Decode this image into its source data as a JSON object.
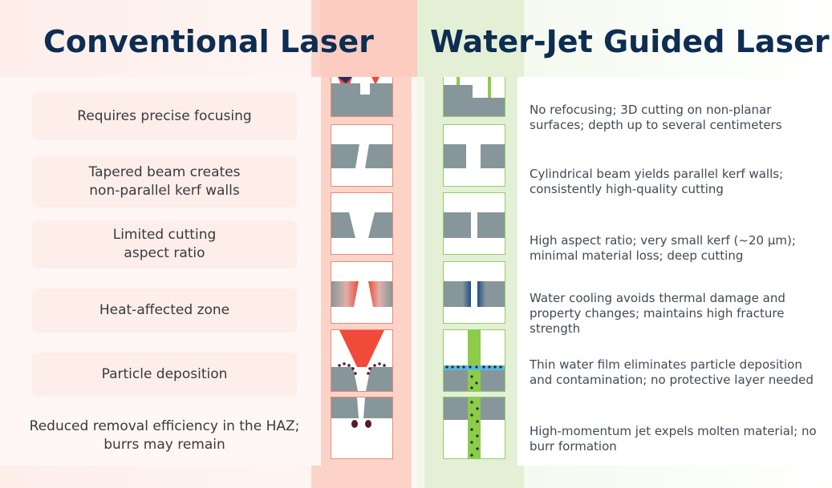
{
  "headers": {
    "left": "Conventional Laser",
    "right": "Water-Jet Guided Laser"
  },
  "rows": [
    {
      "conventional": "Requires precise focusing",
      "waterjet": "No refocusing; 3D cutting on non-planar surfaces; depth up to several centimeters"
    },
    {
      "conventional": "Tapered beam creates\nnon-parallel kerf walls",
      "waterjet": "Cylindrical beam yields parallel kerf walls; consistently high-quality cutting"
    },
    {
      "conventional": "Limited cutting\naspect ratio",
      "waterjet": "High aspect ratio; very small kerf (~20 μm); minimal material loss; deep cutting"
    },
    {
      "conventional": "Heat-affected zone",
      "waterjet": "Water cooling avoids thermal damage and property changes; maintains high fracture strength"
    },
    {
      "conventional": "Particle deposition",
      "waterjet": "Thin water film eliminates particle deposition and contamination; no protective layer needed"
    },
    {
      "conventional": "Reduced removal efficiency in the HAZ;\nburrs may remain",
      "waterjet": "High-momentum jet expels molten material; no burr formation"
    }
  ],
  "colors": {
    "navy": "#0d2d52",
    "laser_red": "#f04a3a",
    "jet_green": "#8ccc48",
    "material_gray": "#87969a",
    "water_blue": "#5ab9d8",
    "debris": "#5a1a2a"
  }
}
